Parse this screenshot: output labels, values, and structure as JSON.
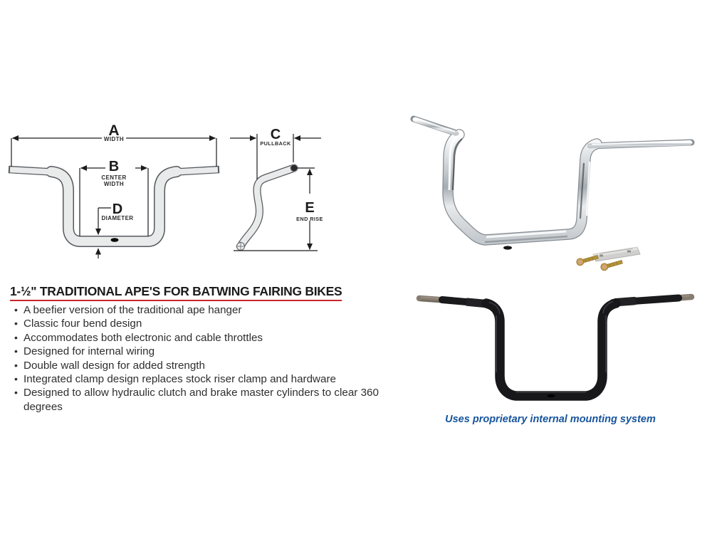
{
  "diagram": {
    "front_view": {
      "dim_a": {
        "letter": "A",
        "label": "WIDTH"
      },
      "dim_b": {
        "letter": "B",
        "label_line1": "CENTER",
        "label_line2": "WIDTH"
      },
      "dim_d": {
        "letter": "D",
        "label": "DIAMETER"
      }
    },
    "side_view": {
      "dim_c": {
        "letter": "C",
        "label": "PULLBACK"
      },
      "dim_e": {
        "letter": "E",
        "label": "END RISE"
      }
    }
  },
  "section": {
    "heading": "1-½\" TRADITIONAL APE'S FOR BATWING FAIRING BIKES",
    "bullets": [
      "A beefier version of the traditional ape hanger",
      "Classic four bend design",
      "Accommodates both electronic and cable throttles",
      "Designed for internal wiring",
      "Double wall design for added strength",
      "Integrated clamp design replaces stock riser clamp and hardware",
      "Designed to allow hydraulic clutch and brake master cylinders to clear 360 degrees"
    ],
    "photo_caption": "Uses proprietary internal mounting system"
  },
  "colors": {
    "heading_text": "#1b1b1b",
    "heading_underline": "#c9252b",
    "body_text": "#2e2e2e",
    "caption_text": "#17549c",
    "diagram_line": "#2a2a2a",
    "diagram_tube_fill": "#e9eaea",
    "chrome_tube": "#d7dbde",
    "black_tube": "#18181b"
  }
}
